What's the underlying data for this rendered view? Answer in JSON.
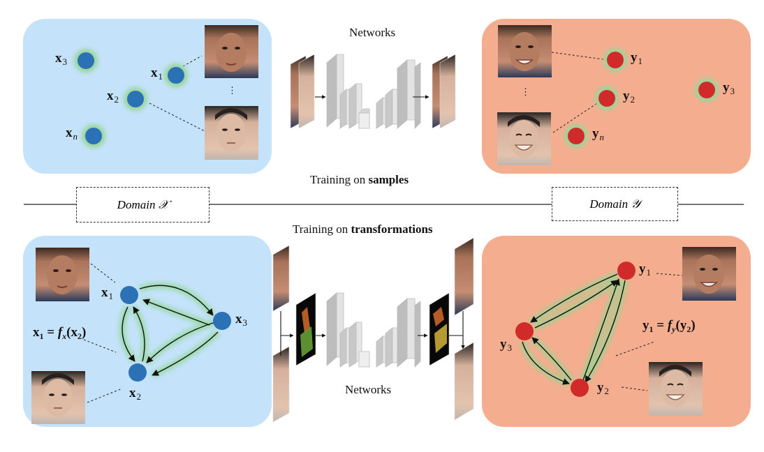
{
  "captions": {
    "networks_top": "Networks",
    "networks_bottom": "Networks",
    "training_samples_prefix": "Training on ",
    "training_samples_bold": "samples",
    "training_transforms_prefix": "Training on ",
    "training_transforms_bold": "transformations"
  },
  "domains": {
    "x_label": "Domain 𝒳",
    "y_label": "Domain 𝒴"
  },
  "colors": {
    "panel_x": "#c4e2fa",
    "panel_y": "#f5ad8f",
    "node_x": "#2a72b5",
    "node_y": "#d12a2a",
    "glow": "#9ad69a"
  },
  "top_left_nodes": [
    {
      "var": "x",
      "sub": "3"
    },
    {
      "var": "x",
      "sub": "1"
    },
    {
      "var": "x",
      "sub": "2"
    },
    {
      "var": "x",
      "sub": "n"
    }
  ],
  "top_right_nodes": [
    {
      "var": "y",
      "sub": "1"
    },
    {
      "var": "y",
      "sub": "2"
    },
    {
      "var": "y",
      "sub": "3"
    },
    {
      "var": "y",
      "sub": "n"
    }
  ],
  "bottom_left_nodes": [
    {
      "var": "x",
      "sub": "1"
    },
    {
      "var": "x",
      "sub": "3"
    },
    {
      "var": "x",
      "sub": "2"
    }
  ],
  "bottom_right_nodes": [
    {
      "var": "y",
      "sub": "1"
    },
    {
      "var": "y",
      "sub": "3"
    },
    {
      "var": "y",
      "sub": "2"
    }
  ],
  "formulas": {
    "x": {
      "lhs": "x",
      "lhs_sub": "1",
      "fn": "f",
      "fn_sub": "x",
      "arg": "x",
      "arg_sub": "2"
    },
    "y": {
      "lhs": "y",
      "lhs_sub": "1",
      "fn": "f",
      "fn_sub": "y",
      "arg": "y",
      "arg_sub": "2"
    }
  },
  "ellipsis": "⋮"
}
